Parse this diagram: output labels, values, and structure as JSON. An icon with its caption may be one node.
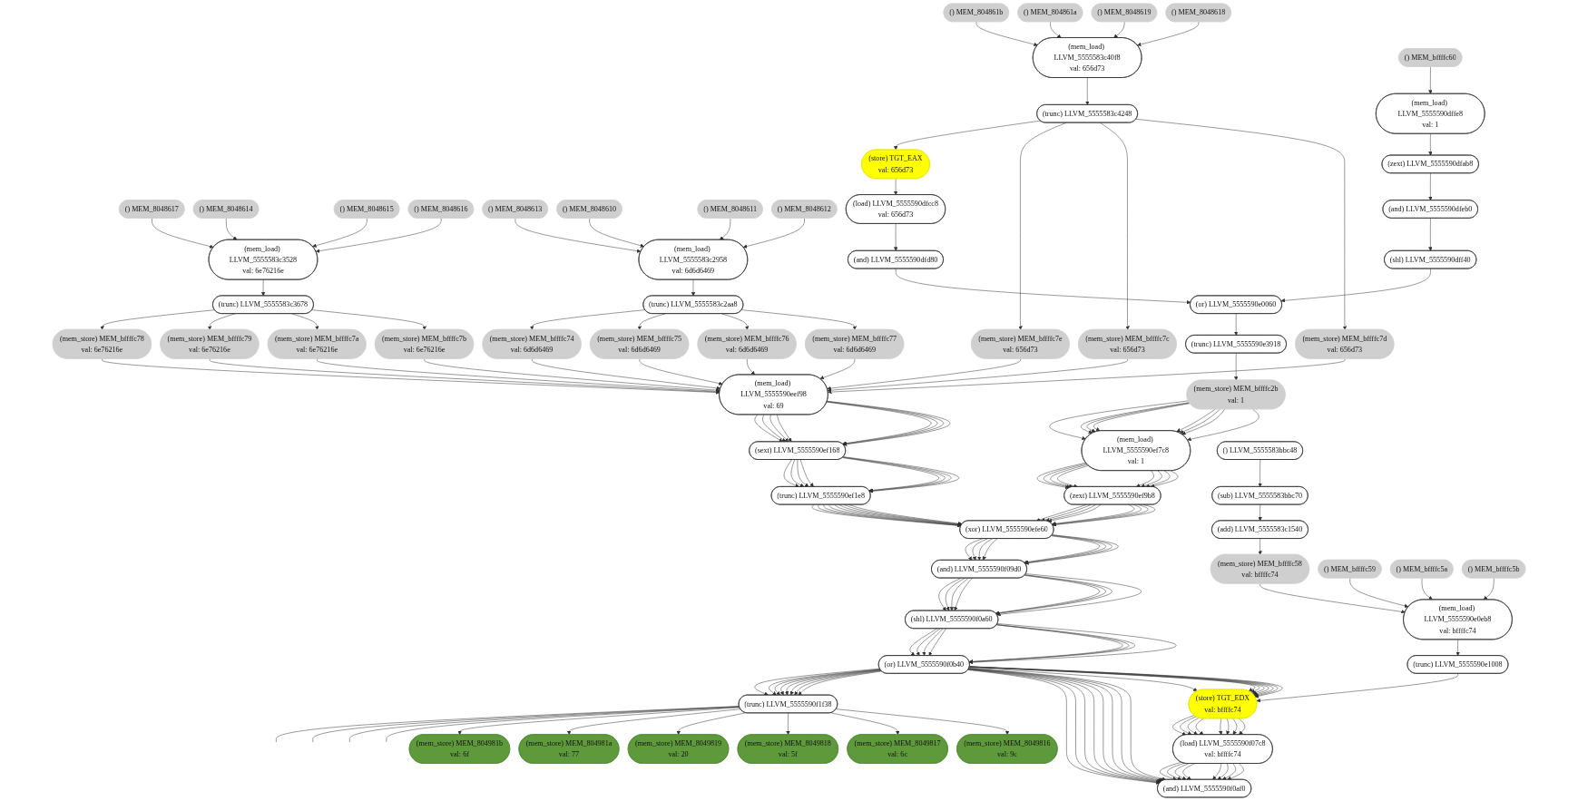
{
  "diagram": {
    "nodes": [
      {
        "text": [
          "() MEM_8048618"
        ]
      },
      {
        "text": [
          "() MEM_8048619"
        ]
      },
      {
        "text": [
          "() MEM_804861a"
        ]
      },
      {
        "text": [
          "() MEM_804861b"
        ]
      },
      {
        "text": [
          "(mem_load) LLVM_5555583c40f8",
          "val: 656d73"
        ]
      },
      {
        "text": [
          "(trunc) LLVM_5555583c4248"
        ]
      },
      {
        "text": [
          "(mem_store) MEM_bffffc7d",
          "val: 656d73"
        ]
      },
      {
        "text": [
          "(mem_store) MEM_bffffc7e",
          "val: 656d73"
        ]
      },
      {
        "text": [
          "(store) TGT_EAX",
          "val: 656d73"
        ]
      },
      {
        "text": [
          "(mem_store) MEM_bffffc7c",
          "val: 656d73"
        ]
      },
      {
        "text": [
          "() MEM_8048617"
        ]
      },
      {
        "text": [
          "() MEM_8048614"
        ]
      },
      {
        "text": [
          "() MEM_8048615"
        ]
      },
      {
        "text": [
          "() MEM_8048616"
        ]
      },
      {
        "text": [
          "(mem_load) LLVM_5555583c3528",
          "val: 6e76216e"
        ]
      },
      {
        "text": [
          "(trunc) LLVM_5555583c3678"
        ]
      },
      {
        "text": [
          "(mem_store) MEM_bffffc7b",
          "val: 6e76216e"
        ]
      },
      {
        "text": [
          "(mem_store) MEM_bffffc7a",
          "val: 6e76216e"
        ]
      },
      {
        "text": [
          "(mem_store) MEM_bffffc79",
          "val: 6e76216e"
        ]
      },
      {
        "text": [
          "(mem_store) MEM_bffffc78",
          "val: 6e76216e"
        ]
      },
      {
        "text": [
          "() MEM_8048613"
        ]
      },
      {
        "text": [
          "() MEM_8048610"
        ]
      },
      {
        "text": [
          "() MEM_8048611"
        ]
      },
      {
        "text": [
          "() MEM_8048612"
        ]
      },
      {
        "text": [
          "(mem_load) LLVM_5555583c2958",
          "val: 6d6d6469"
        ]
      },
      {
        "text": [
          "(trunc) LLVM_5555583c2aa8"
        ]
      },
      {
        "text": [
          "(mem_store) MEM_bffffc77",
          "val: 6d6d6469"
        ]
      },
      {
        "text": [
          "(mem_store) MEM_bffffc76",
          "val: 6d6d6469"
        ]
      },
      {
        "text": [
          "(mem_store) MEM_bffffc75",
          "val: 6d6d6469"
        ]
      },
      {
        "text": [
          "(mem_store) MEM_bffffc74",
          "val: 6d6d6469"
        ]
      },
      {
        "text": [
          "() MEM_bffffc60"
        ]
      },
      {
        "text": [
          "(mem_load) LLVM_5555590dffe8",
          "val: 1"
        ]
      },
      {
        "text": [
          "(zext) LLVM_5555590dfab8"
        ]
      },
      {
        "text": [
          "(and) LLVM_5555590dfeb0"
        ]
      },
      {
        "text": [
          "(shl) LLVM_5555590dff40"
        ]
      },
      {
        "text": [
          "(load) LLVM_5555590dfcc8",
          "val: 656d73"
        ]
      },
      {
        "text": [
          "(and) LLVM_5555590dfd80"
        ]
      },
      {
        "text": [
          "(or) LLVM_5555590e0060"
        ]
      },
      {
        "text": [
          "(trunc) LLVM_5555590e3918"
        ]
      },
      {
        "text": [
          "(mem_load) LLVM_5555590eef98",
          "val: 69"
        ]
      },
      {
        "text": [
          "(mem_store) MEM_bffffc2b",
          "val: 1"
        ]
      },
      {
        "text": [
          "(mem_load) LLVM_5555590ef7c8",
          "val: 1"
        ]
      },
      {
        "text": [
          "(sext) LLVM_5555590ef168"
        ]
      },
      {
        "text": [
          "(trunc) LLVM_5555590ef1e8"
        ]
      },
      {
        "text": [
          "(zext) LLVM_5555590ef9b8"
        ]
      },
      {
        "text": [
          "(xor) LLVM_5555590efe60"
        ]
      },
      {
        "text": [
          "(and) LLVM_5555590f09d0"
        ]
      },
      {
        "text": [
          "(shl) LLVM_5555590f0a60"
        ]
      },
      {
        "text": [
          "(or) LLVM_5555590f0b40"
        ]
      },
      {
        "text": [
          "() LLVM_5555583bbc48"
        ]
      },
      {
        "text": [
          "(sub) LLVM_5555583bbc70"
        ]
      },
      {
        "text": [
          "(add) LLVM_5555583c1540"
        ]
      },
      {
        "text": [
          "(mem_store) MEM_bffffc58",
          "val: bffffc74"
        ]
      },
      {
        "text": [
          "() MEM_bffffc59"
        ]
      },
      {
        "text": [
          "() MEM_bffffc5a"
        ]
      },
      {
        "text": [
          "() MEM_bffffc5b"
        ]
      },
      {
        "text": [
          "(mem_load) LLVM_5555590e0eb8",
          "val: bffffc74"
        ]
      },
      {
        "text": [
          "(trunc) LLVM_5555590e1008"
        ]
      },
      {
        "text": [
          "(store) TGT_EDX",
          "val: bffffc74"
        ]
      },
      {
        "text": [
          "(load) LLVM_5555590f07c8",
          "val: bffffc74"
        ]
      },
      {
        "text": [
          "(and) LLVM_5555590f0af0"
        ]
      },
      {
        "text": [
          "(trunc) LLVM_5555590f1f38"
        ]
      },
      {
        "text": [
          "(mem_store) MEM_8049816",
          "val: 9c"
        ]
      },
      {
        "text": [
          "(mem_store) MEM_8049817",
          "val: 6c"
        ]
      },
      {
        "text": [
          "(mem_store) MEM_8049818",
          "val: 5f"
        ]
      },
      {
        "text": [
          "(mem_store) MEM_8049819",
          "val: 20"
        ]
      },
      {
        "text": [
          "(mem_store) MEM_804981a",
          "val: 77"
        ]
      },
      {
        "text": [
          "(mem_store) MEM_804981b",
          "val: 6f"
        ]
      }
    ],
    "edges": [
      {
        "from": 0,
        "to": 4,
        "arrow": "to"
      },
      {
        "from": 1,
        "to": 4,
        "arrow": "to"
      },
      {
        "from": 2,
        "to": 4,
        "arrow": "to"
      },
      {
        "from": 3,
        "to": 4,
        "arrow": "to"
      },
      {
        "from": 4,
        "to": 5,
        "arrow": "to"
      },
      {
        "from": 5,
        "to": 6,
        "arrow": "to"
      },
      {
        "from": 5,
        "to": 9,
        "arrow": "to"
      },
      {
        "from": 5,
        "to": 7,
        "arrow": "to"
      },
      {
        "from": 5,
        "to": 8,
        "arrow": "to"
      },
      {
        "from": 8,
        "to": 35,
        "arrow": "to"
      },
      {
        "from": 6,
        "to": 39,
        "arrow": "to"
      },
      {
        "from": 9,
        "to": 39,
        "arrow": "to"
      },
      {
        "from": 7,
        "to": 39,
        "arrow": "to"
      },
      {
        "from": 10,
        "to": 14,
        "arrow": "to"
      },
      {
        "from": 11,
        "to": 14,
        "arrow": "to"
      },
      {
        "from": 12,
        "to": 14,
        "arrow": "to"
      },
      {
        "from": 13,
        "to": 14,
        "arrow": "to"
      },
      {
        "from": 14,
        "to": 15,
        "arrow": "to"
      },
      {
        "from": 15,
        "to": 16,
        "arrow": "to"
      },
      {
        "from": 15,
        "to": 17,
        "arrow": "to"
      },
      {
        "from": 15,
        "to": 18,
        "arrow": "to"
      },
      {
        "from": 15,
        "to": 19,
        "arrow": "to"
      },
      {
        "from": 16,
        "to": 39,
        "arrow": "to"
      },
      {
        "from": 17,
        "to": 39,
        "arrow": "to"
      },
      {
        "from": 18,
        "to": 39,
        "arrow": "to"
      },
      {
        "from": 19,
        "to": 39,
        "arrow": "to"
      },
      {
        "from": 20,
        "to": 24,
        "arrow": "to"
      },
      {
        "from": 21,
        "to": 24,
        "arrow": "to"
      },
      {
        "from": 22,
        "to": 24,
        "arrow": "to"
      },
      {
        "from": 23,
        "to": 24,
        "arrow": "to"
      },
      {
        "from": 24,
        "to": 25,
        "arrow": "to"
      },
      {
        "from": 25,
        "to": 26,
        "arrow": "to"
      },
      {
        "from": 25,
        "to": 27,
        "arrow": "to"
      },
      {
        "from": 25,
        "to": 28,
        "arrow": "to"
      },
      {
        "from": 25,
        "to": 29,
        "arrow": "to"
      },
      {
        "from": 26,
        "to": 39,
        "arrow": "to"
      },
      {
        "from": 27,
        "to": 39,
        "arrow": "to"
      },
      {
        "from": 28,
        "to": 39,
        "arrow": "to"
      },
      {
        "from": 29,
        "to": 39,
        "arrow": "to"
      },
      {
        "from": 30,
        "to": 31,
        "arrow": "to"
      },
      {
        "from": 31,
        "to": 32,
        "arrow": "to"
      },
      {
        "from": 32,
        "to": 33,
        "arrow": "to"
      },
      {
        "from": 33,
        "to": 34,
        "arrow": "to"
      },
      {
        "from": 35,
        "to": 36,
        "arrow": "to"
      },
      {
        "from": 36,
        "to": 37,
        "arrow": "to"
      },
      {
        "from": 34,
        "to": 37,
        "arrow": "to"
      },
      {
        "from": 37,
        "to": 38,
        "arrow": "to"
      },
      {
        "from": 38,
        "to": 40,
        "arrow": "to"
      },
      {
        "from": 39,
        "to": 42,
        "arrow": "to"
      },
      {
        "from": 39,
        "to": 42,
        "arrow": "to"
      },
      {
        "from": 39,
        "to": 42,
        "arrow": "to"
      },
      {
        "from": 39,
        "to": 42,
        "arrow": "to"
      },
      {
        "from": 39,
        "to": 42,
        "arrow": "to"
      },
      {
        "from": 39,
        "to": 42,
        "arrow": "to"
      },
      {
        "from": 39,
        "to": 42,
        "arrow": "to"
      },
      {
        "from": 39,
        "to": 42,
        "arrow": "to"
      },
      {
        "from": 40,
        "to": 41,
        "arrow": "to"
      },
      {
        "from": 40,
        "to": 41,
        "arrow": "to"
      },
      {
        "from": 40,
        "to": 41,
        "arrow": "to"
      },
      {
        "from": 40,
        "to": 41,
        "arrow": "to"
      },
      {
        "from": 40,
        "to": 41,
        "arrow": "to"
      },
      {
        "from": 40,
        "to": 41,
        "arrow": "to"
      },
      {
        "from": 40,
        "to": 41,
        "arrow": "to"
      },
      {
        "from": 40,
        "to": 41,
        "arrow": "to"
      },
      {
        "from": 42,
        "to": 43,
        "arrow": "to"
      },
      {
        "from": 42,
        "to": 43,
        "arrow": "to"
      },
      {
        "from": 42,
        "to": 43,
        "arrow": "to"
      },
      {
        "from": 42,
        "to": 43,
        "arrow": "to"
      },
      {
        "from": 42,
        "to": 43,
        "arrow": "to"
      },
      {
        "from": 42,
        "to": 43,
        "arrow": "to"
      },
      {
        "from": 42,
        "to": 43,
        "arrow": "to"
      },
      {
        "from": 42,
        "to": 43,
        "arrow": "to"
      },
      {
        "from": 41,
        "to": 44,
        "arrow": "to"
      },
      {
        "from": 41,
        "to": 44,
        "arrow": "to"
      },
      {
        "from": 41,
        "to": 44,
        "arrow": "to"
      },
      {
        "from": 41,
        "to": 44,
        "arrow": "to"
      },
      {
        "from": 41,
        "to": 44,
        "arrow": "to"
      },
      {
        "from": 41,
        "to": 44,
        "arrow": "to"
      },
      {
        "from": 41,
        "to": 44,
        "arrow": "to"
      },
      {
        "from": 41,
        "to": 44,
        "arrow": "to"
      },
      {
        "from": 43,
        "to": 45,
        "arrow": "to"
      },
      {
        "from": 43,
        "to": 45,
        "arrow": "to"
      },
      {
        "from": 43,
        "to": 45,
        "arrow": "to"
      },
      {
        "from": 43,
        "to": 45,
        "arrow": "to"
      },
      {
        "from": 43,
        "to": 45,
        "arrow": "to"
      },
      {
        "from": 43,
        "to": 45,
        "arrow": "to"
      },
      {
        "from": 43,
        "to": 45,
        "arrow": "to"
      },
      {
        "from": 43,
        "to": 45,
        "arrow": "to"
      },
      {
        "from": 44,
        "to": 45,
        "arrow": "to"
      },
      {
        "from": 44,
        "to": 45,
        "arrow": "to"
      },
      {
        "from": 44,
        "to": 45,
        "arrow": "to"
      },
      {
        "from": 44,
        "to": 45,
        "arrow": "to"
      },
      {
        "from": 44,
        "to": 45,
        "arrow": "to"
      },
      {
        "from": 44,
        "to": 45,
        "arrow": "to"
      },
      {
        "from": 44,
        "to": 45,
        "arrow": "to"
      },
      {
        "from": 44,
        "to": 45,
        "arrow": "to"
      },
      {
        "from": 45,
        "to": 46,
        "arrow": "to"
      },
      {
        "from": 45,
        "to": 46,
        "arrow": "to"
      },
      {
        "from": 45,
        "to": 46,
        "arrow": "to"
      },
      {
        "from": 45,
        "to": 46,
        "arrow": "to"
      },
      {
        "from": 45,
        "to": 46,
        "arrow": "to"
      },
      {
        "from": 45,
        "to": 46,
        "arrow": "to"
      },
      {
        "from": 45,
        "to": 46,
        "arrow": "to"
      },
      {
        "from": 45,
        "to": 46,
        "arrow": "to"
      },
      {
        "from": 46,
        "to": 47,
        "arrow": "to"
      },
      {
        "from": 46,
        "to": 47,
        "arrow": "to"
      },
      {
        "from": 46,
        "to": 47,
        "arrow": "to"
      },
      {
        "from": 46,
        "to": 47,
        "arrow": "to"
      },
      {
        "from": 46,
        "to": 47,
        "arrow": "to"
      },
      {
        "from": 46,
        "to": 47,
        "arrow": "to"
      },
      {
        "from": 46,
        "to": 47,
        "arrow": "to"
      },
      {
        "from": 46,
        "to": 47,
        "arrow": "to"
      },
      {
        "from": 47,
        "to": 48,
        "arrow": "to"
      },
      {
        "from": 47,
        "to": 48,
        "arrow": "to"
      },
      {
        "from": 47,
        "to": 48,
        "arrow": "to"
      },
      {
        "from": 47,
        "to": 48,
        "arrow": "to"
      },
      {
        "from": 47,
        "to": 48,
        "arrow": "to"
      },
      {
        "from": 47,
        "to": 48,
        "arrow": "to"
      },
      {
        "from": 47,
        "to": 48,
        "arrow": "to"
      },
      {
        "from": 47,
        "to": 48,
        "arrow": "to"
      },
      {
        "from": 49,
        "to": 50,
        "arrow": "to"
      },
      {
        "from": 50,
        "to": 51,
        "arrow": "to"
      },
      {
        "from": 51,
        "to": 52,
        "arrow": "to"
      },
      {
        "from": 53,
        "to": 56,
        "arrow": "to"
      },
      {
        "from": 54,
        "to": 56,
        "arrow": "to"
      },
      {
        "from": 55,
        "to": 56,
        "arrow": "to"
      },
      {
        "from": 52,
        "to": 56,
        "arrow": "to"
      },
      {
        "from": 56,
        "to": 57,
        "arrow": "to"
      },
      {
        "from": 57,
        "to": 58,
        "arrow": "to"
      },
      {
        "from": 48,
        "to": 58,
        "arrow": "to"
      },
      {
        "from": 48,
        "to": 58,
        "arrow": "to"
      },
      {
        "from": 48,
        "to": 58,
        "arrow": "to"
      },
      {
        "from": 48,
        "to": 58,
        "arrow": "to"
      },
      {
        "from": 48,
        "to": 58,
        "arrow": "to"
      },
      {
        "from": 48,
        "to": 58,
        "arrow": "to"
      },
      {
        "from": 48,
        "to": 58,
        "arrow": "to"
      },
      {
        "from": 48,
        "to": 58,
        "arrow": "to"
      },
      {
        "from": 48,
        "to": 60,
        "arrow": "to"
      },
      {
        "from": 48,
        "to": 60,
        "arrow": "to"
      },
      {
        "from": 48,
        "to": 60,
        "arrow": "to"
      },
      {
        "from": 48,
        "to": 60,
        "arrow": "to"
      },
      {
        "from": 48,
        "to": 60,
        "arrow": "to"
      },
      {
        "from": 48,
        "to": 60,
        "arrow": "to"
      },
      {
        "from": 48,
        "to": 60,
        "arrow": "to"
      },
      {
        "from": 48,
        "to": 60,
        "arrow": "to"
      },
      {
        "from": 48,
        "to": 61,
        "arrow": "to"
      },
      {
        "from": 48,
        "to": 61,
        "arrow": "to"
      },
      {
        "from": 48,
        "to": 61,
        "arrow": "to"
      },
      {
        "from": 48,
        "to": 61,
        "arrow": "to"
      },
      {
        "from": 48,
        "to": 61,
        "arrow": "to"
      },
      {
        "from": 48,
        "to": 61,
        "arrow": "to"
      },
      {
        "from": 48,
        "to": 61,
        "arrow": "to"
      },
      {
        "from": 48,
        "to": 61,
        "arrow": "to"
      },
      {
        "from": 58,
        "to": 59,
        "arrow": "to"
      },
      {
        "from": 58,
        "to": 59,
        "arrow": "to"
      },
      {
        "from": 58,
        "to": 59,
        "arrow": "to"
      },
      {
        "from": 58,
        "to": 59,
        "arrow": "to"
      },
      {
        "from": 58,
        "to": 59,
        "arrow": "to"
      },
      {
        "from": 58,
        "to": 59,
        "arrow": "to"
      },
      {
        "from": 58,
        "to": 59,
        "arrow": "to"
      },
      {
        "from": 58,
        "to": 59,
        "arrow": "to"
      },
      {
        "from": 59,
        "to": 60,
        "arrow": "to"
      },
      {
        "from": 59,
        "to": 60,
        "arrow": "to"
      },
      {
        "from": 59,
        "to": 60,
        "arrow": "to"
      },
      {
        "from": 59,
        "to": 60,
        "arrow": "to"
      },
      {
        "from": 59,
        "to": 60,
        "arrow": "to"
      },
      {
        "from": 59,
        "to": 60,
        "arrow": "to"
      },
      {
        "from": 59,
        "to": 60,
        "arrow": "to"
      },
      {
        "from": 59,
        "to": 60,
        "arrow": "to"
      },
      {
        "from": 61,
        "to": 62,
        "arrow": "to"
      },
      {
        "from": 61,
        "to": 63,
        "arrow": "to"
      },
      {
        "from": 61,
        "to": 64,
        "arrow": "to"
      },
      {
        "from": 61,
        "to": 65,
        "arrow": "to"
      },
      {
        "from": 61,
        "to": 66,
        "arrow": "to"
      },
      {
        "from": 61,
        "to": 67,
        "arrow": "to"
      },
      {
        "from": 61,
        "to": null,
        "arrow": "none"
      },
      {
        "from": 61,
        "to": null,
        "arrow": "none"
      },
      {
        "from": 61,
        "to": null,
        "arrow": "none"
      },
      {
        "from": 61,
        "to": null,
        "arrow": "none"
      }
    ]
  }
}
